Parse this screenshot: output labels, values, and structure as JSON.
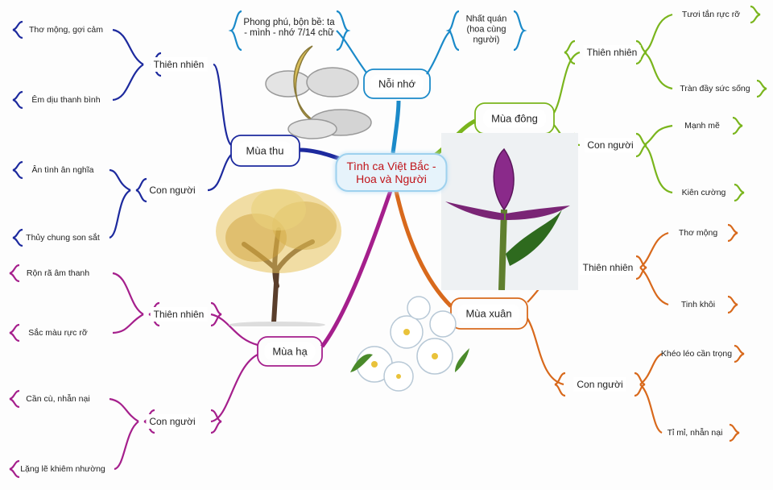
{
  "central": {
    "line1": "Tình ca Việt Bắc -",
    "line2": "Hoa và Người"
  },
  "colors": {
    "thu": "#1d2a9e",
    "ha": "#a51f8c",
    "dong": "#7ab51d",
    "xuan": "#d8691c",
    "noinho": "#1b8ac9",
    "central_text": "#c0141a"
  },
  "icons": [
    "moon-cloud-icon",
    "autumn-tree-icon",
    "orchid-flower-icon",
    "white-blossom-icon"
  ],
  "mua_thu": {
    "label": "Mùa thu",
    "thien_nhien": {
      "label": "Thiên nhiên",
      "items": [
        "Thơ mộng, gợi cảm",
        "Êm dịu thanh bình"
      ]
    },
    "con_nguoi": {
      "label": "Con người",
      "items": [
        "Ân tình ân nghĩa",
        "Thủy chung son sắt"
      ]
    }
  },
  "mua_ha": {
    "label": "Mùa hạ",
    "thien_nhien": {
      "label": "Thiên nhiên",
      "items": [
        "Rộn rã âm thanh",
        "Sắc màu rực rỡ"
      ]
    },
    "con_nguoi": {
      "label": "Con người",
      "items": [
        "Cần cù, nhẫn nại",
        "Lặng lẽ khiêm nhường"
      ]
    }
  },
  "noi_nho": {
    "label": "Nỗi nhớ",
    "left_note": "Phong phú, bộn bề: ta - mình - nhớ 7/14 chữ",
    "right_note": "Nhất quán (hoa cùng người)"
  },
  "mua_dong": {
    "label": "Mùa đông",
    "thien_nhien": {
      "label": "Thiên nhiên",
      "items": [
        "Tươi tắn rực rỡ",
        "Tràn đầy sức sống"
      ]
    },
    "con_nguoi": {
      "label": "Con người",
      "items": [
        "Mạnh mẽ",
        "Kiên cường"
      ]
    }
  },
  "mua_xuan": {
    "label": "Mùa xuân",
    "thien_nhien": {
      "label": "Thiên nhiên",
      "items": [
        "Thơ mộng",
        "Tinh khôi"
      ]
    },
    "con_nguoi": {
      "label": "Con người",
      "items": [
        "Khéo léo cần trọng",
        "Tỉ mỉ, nhẫn nại"
      ]
    }
  }
}
